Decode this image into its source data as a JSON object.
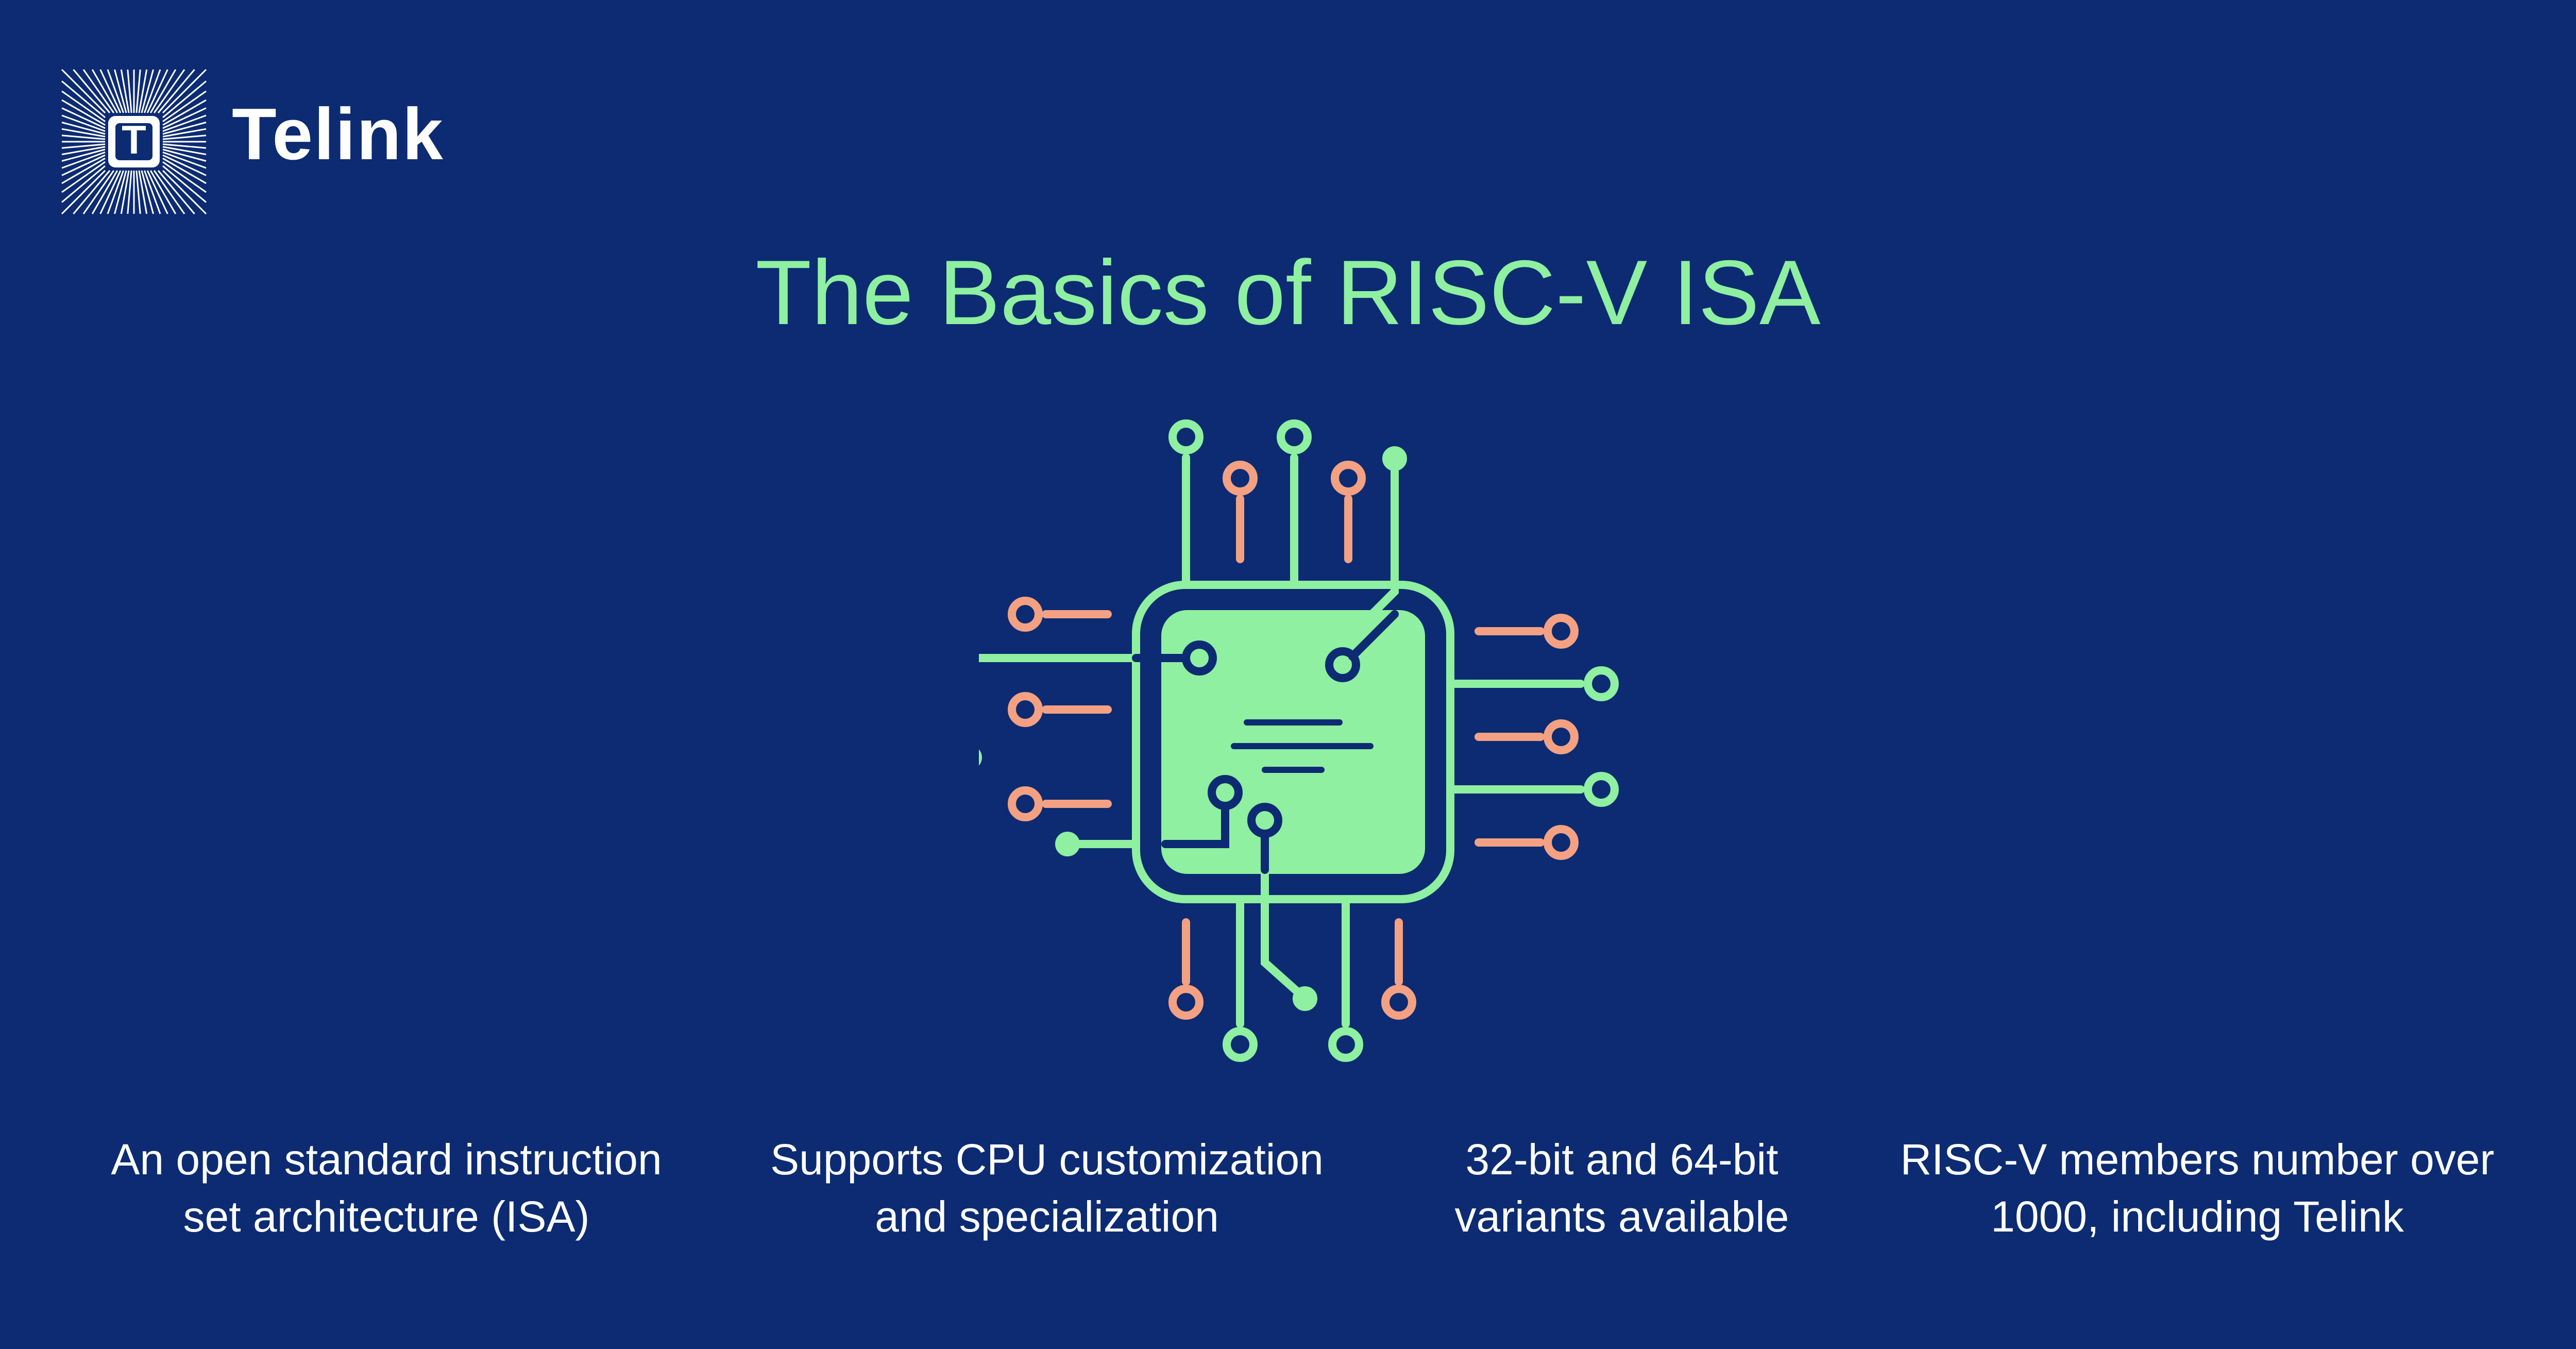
{
  "brand": {
    "name": "Telink",
    "logo_letter": "T"
  },
  "title": "The Basics of RISC-V ISA",
  "colors": {
    "background": "#0c2b72",
    "green": "#8ef0a0",
    "salmon": "#f3a182",
    "white": "#ffffff"
  },
  "features": [
    {
      "line1": "An open standard instruction",
      "line2": "set architecture (ISA)"
    },
    {
      "line1": "Supports CPU customization",
      "line2": "and specialization"
    },
    {
      "line1": "32-bit and 64-bit",
      "line2": "variants available"
    },
    {
      "line1": "RISC-V members number over",
      "line2": "1000, including Telink"
    }
  ]
}
